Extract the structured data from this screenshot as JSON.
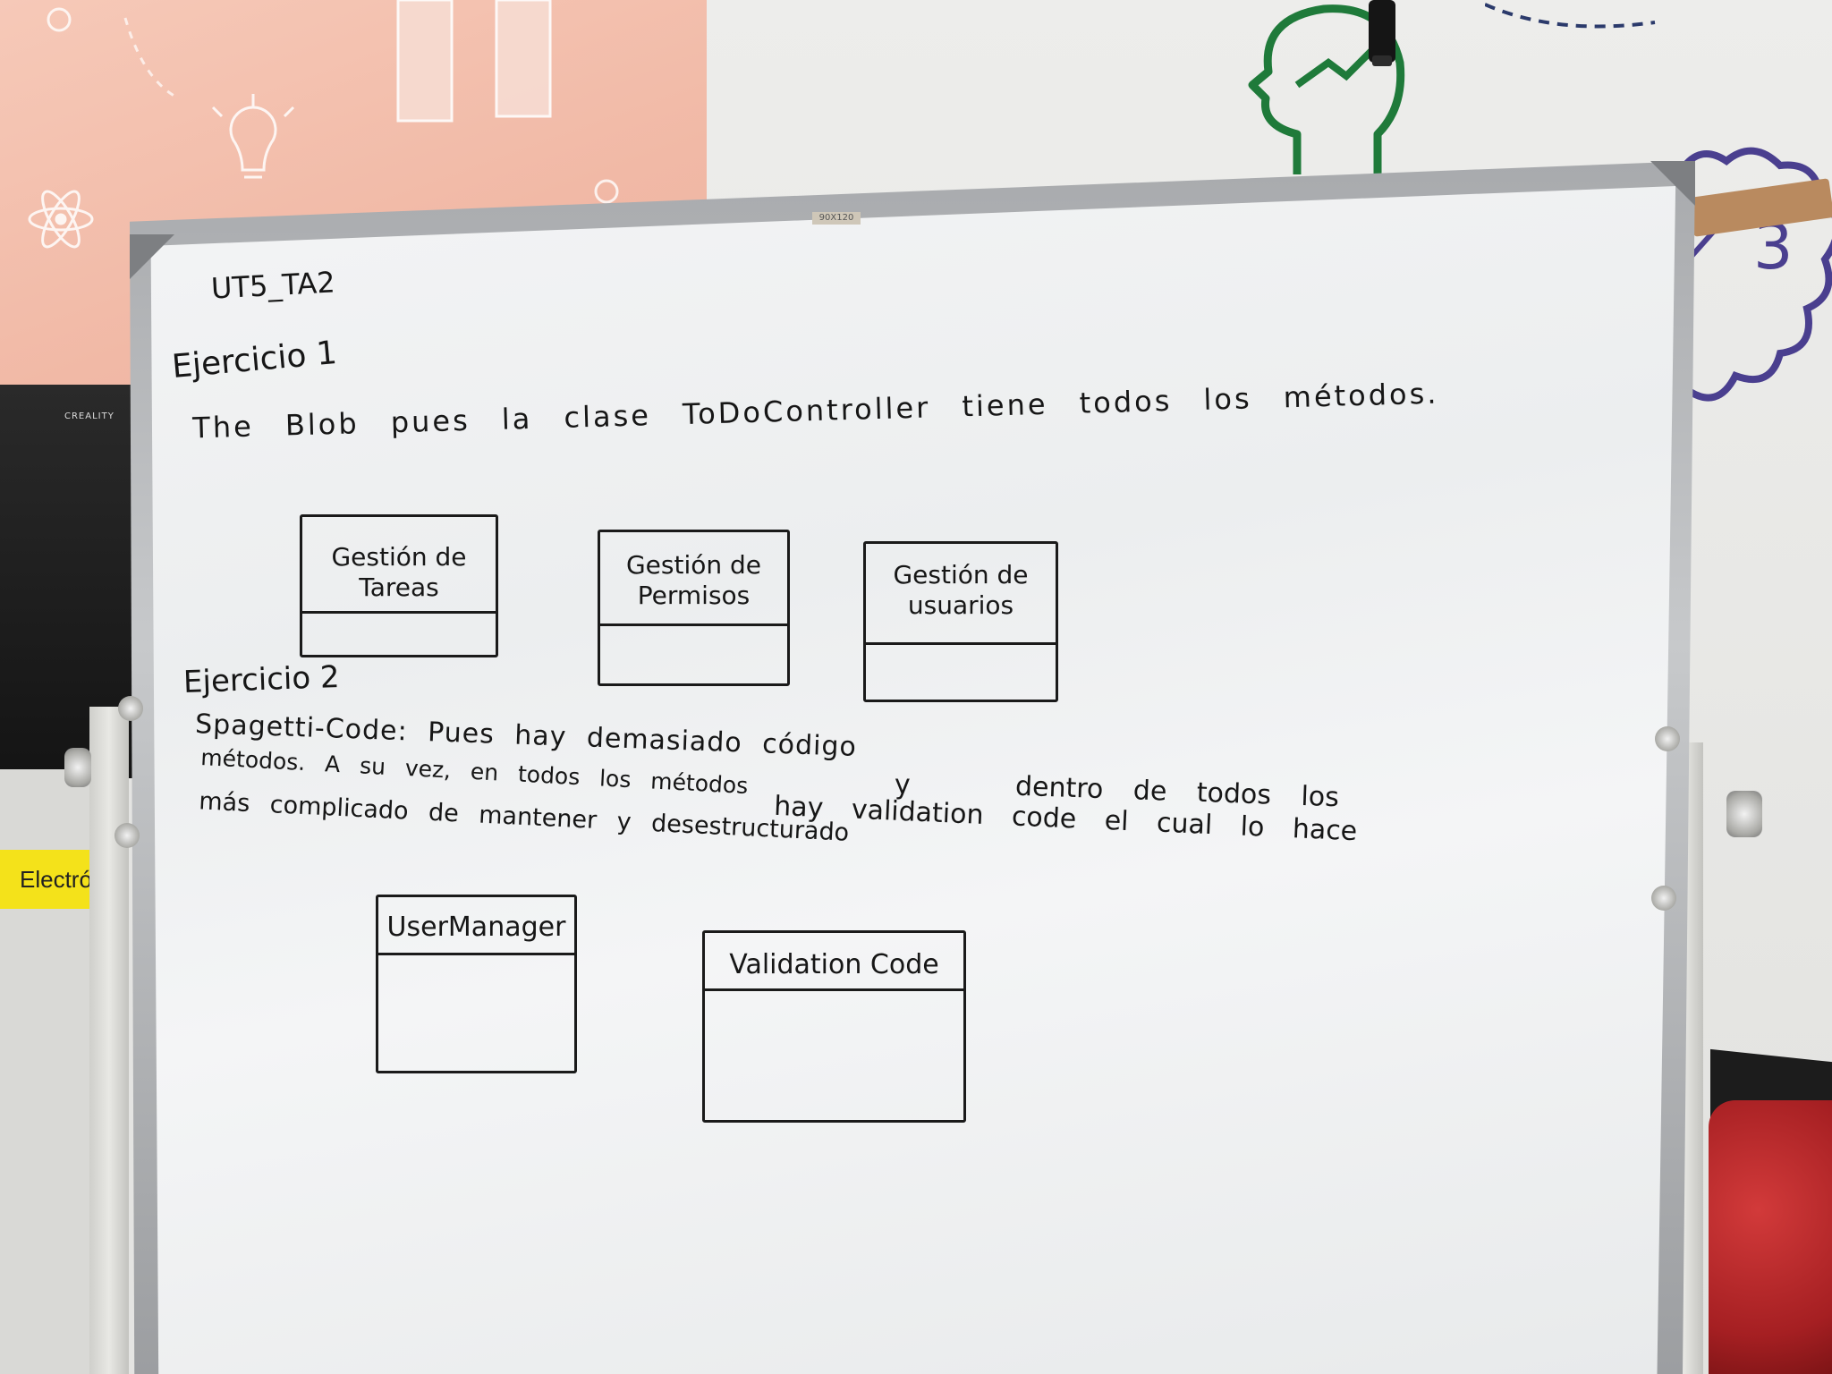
{
  "background": {
    "printer_brand": "CREALITY",
    "sign_text": "Electrón",
    "board_size_tag": "90X120"
  },
  "whiteboard": {
    "title": "UT5_TA2",
    "exercise1": {
      "heading": "Ejercicio 1",
      "sentence": "The Blob pues la clase ToDoController tiene todos los métodos.",
      "boxes": [
        {
          "title_line1": "Gestión de",
          "title_line2": "Tareas"
        },
        {
          "title_line1": "Gestión de",
          "title_line2": "Permisos"
        },
        {
          "title_line1": "Gestión de",
          "title_line2": "usuarios"
        }
      ]
    },
    "exercise2": {
      "heading": "Ejercicio 2",
      "line1": "Spagetti-Code: Pues hay demasiado código",
      "line2a": "métodos. A su vez, en todos los métodos",
      "line2b": "y",
      "line2c": "dentro de todos los",
      "line2d": "hay validation code el cual lo hace",
      "line3": "más complicado de mantener y desestructurado",
      "boxes": [
        {
          "title": "UserManager"
        },
        {
          "title": "Validation Code"
        }
      ]
    }
  },
  "colors": {
    "ink": "#161616",
    "pink_wall": "#f1b9a6",
    "head_icon_green": "#1f7a3a",
    "cloud_purple": "#4a3f8f",
    "sign_yellow": "#f4e21a"
  }
}
